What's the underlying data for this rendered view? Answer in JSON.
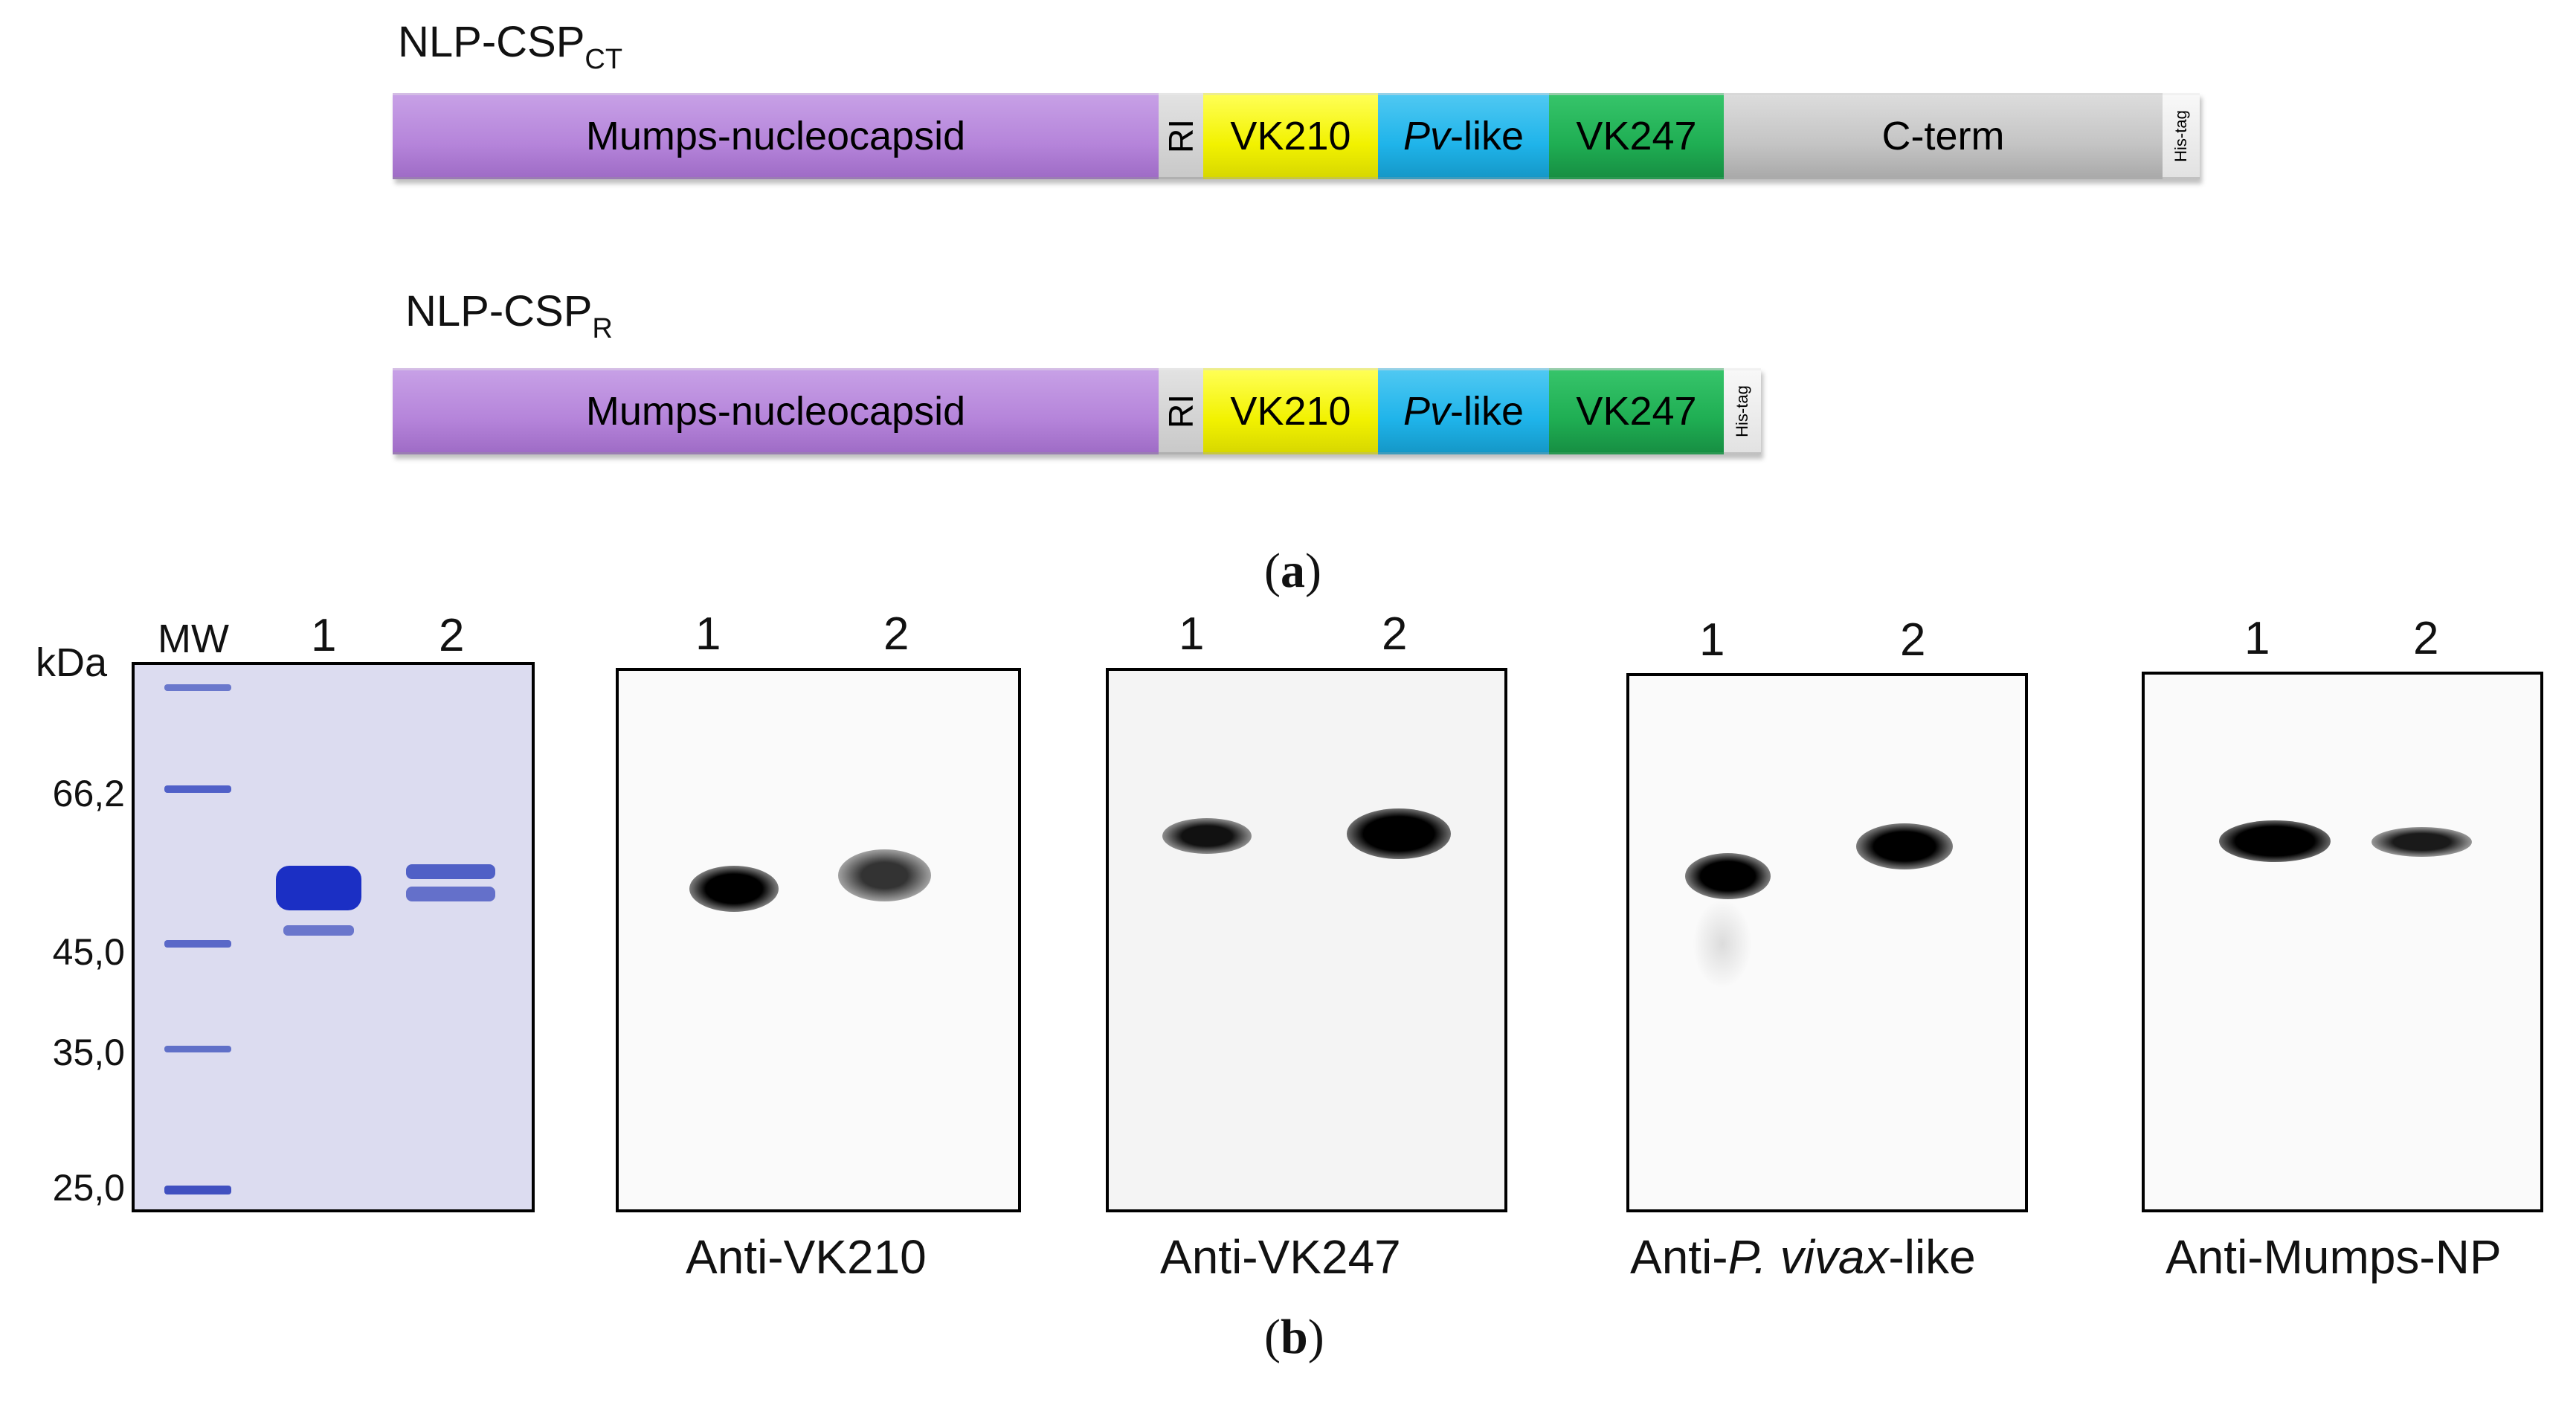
{
  "panel_a": {
    "label_open": "(",
    "label_letter": "a",
    "label_close": ")",
    "constructs": [
      {
        "name": "NLP-CSP",
        "subscript": "CT",
        "segments": [
          {
            "label": "Mumps-nucleocapsid",
            "color": "#b584da"
          },
          {
            "label": "RI",
            "color": "#d0d0d0"
          },
          {
            "label": "VK210",
            "color": "#f7f700"
          },
          {
            "label_italic": "Pv",
            "label_rest": "-like",
            "color": "#1fb4ea"
          },
          {
            "label": "VK247",
            "color": "#1fae53"
          },
          {
            "label": "C-term",
            "color": "#c4c4c4"
          },
          {
            "label": "His-tag",
            "color": "#ececec"
          }
        ]
      },
      {
        "name": "NLP-CSP",
        "subscript": "R",
        "segments": [
          {
            "label": "Mumps-nucleocapsid",
            "color": "#b584da"
          },
          {
            "label": "RI",
            "color": "#d0d0d0"
          },
          {
            "label": "VK210",
            "color": "#f7f700"
          },
          {
            "label_italic": "Pv",
            "label_rest": "-like",
            "color": "#1fb4ea"
          },
          {
            "label": "VK247",
            "color": "#1fae53"
          },
          {
            "label": "His-tag",
            "color": "#ececec"
          }
        ]
      }
    ]
  },
  "panel_b": {
    "label_open": "(",
    "label_letter": "b",
    "label_close": ")",
    "gel": {
      "kda_label": "kDa",
      "mw_label": "MW",
      "lane_labels": [
        "1",
        "2"
      ],
      "markers": [
        "66,2",
        "45,0",
        "35,0",
        "25,0"
      ],
      "stain_color": "#1b2fc4"
    },
    "blots": [
      {
        "caption": "Anti-VK210",
        "lanes": [
          "1",
          "2"
        ]
      },
      {
        "caption": "Anti-VK247",
        "lanes": [
          "1",
          "2"
        ]
      },
      {
        "caption_pre": "Anti-",
        "caption_italic": "P. vivax",
        "caption_post": "-like",
        "lanes": [
          "1",
          "2"
        ]
      },
      {
        "caption": "Anti-Mumps-NP",
        "lanes": [
          "1",
          "2"
        ]
      }
    ]
  }
}
